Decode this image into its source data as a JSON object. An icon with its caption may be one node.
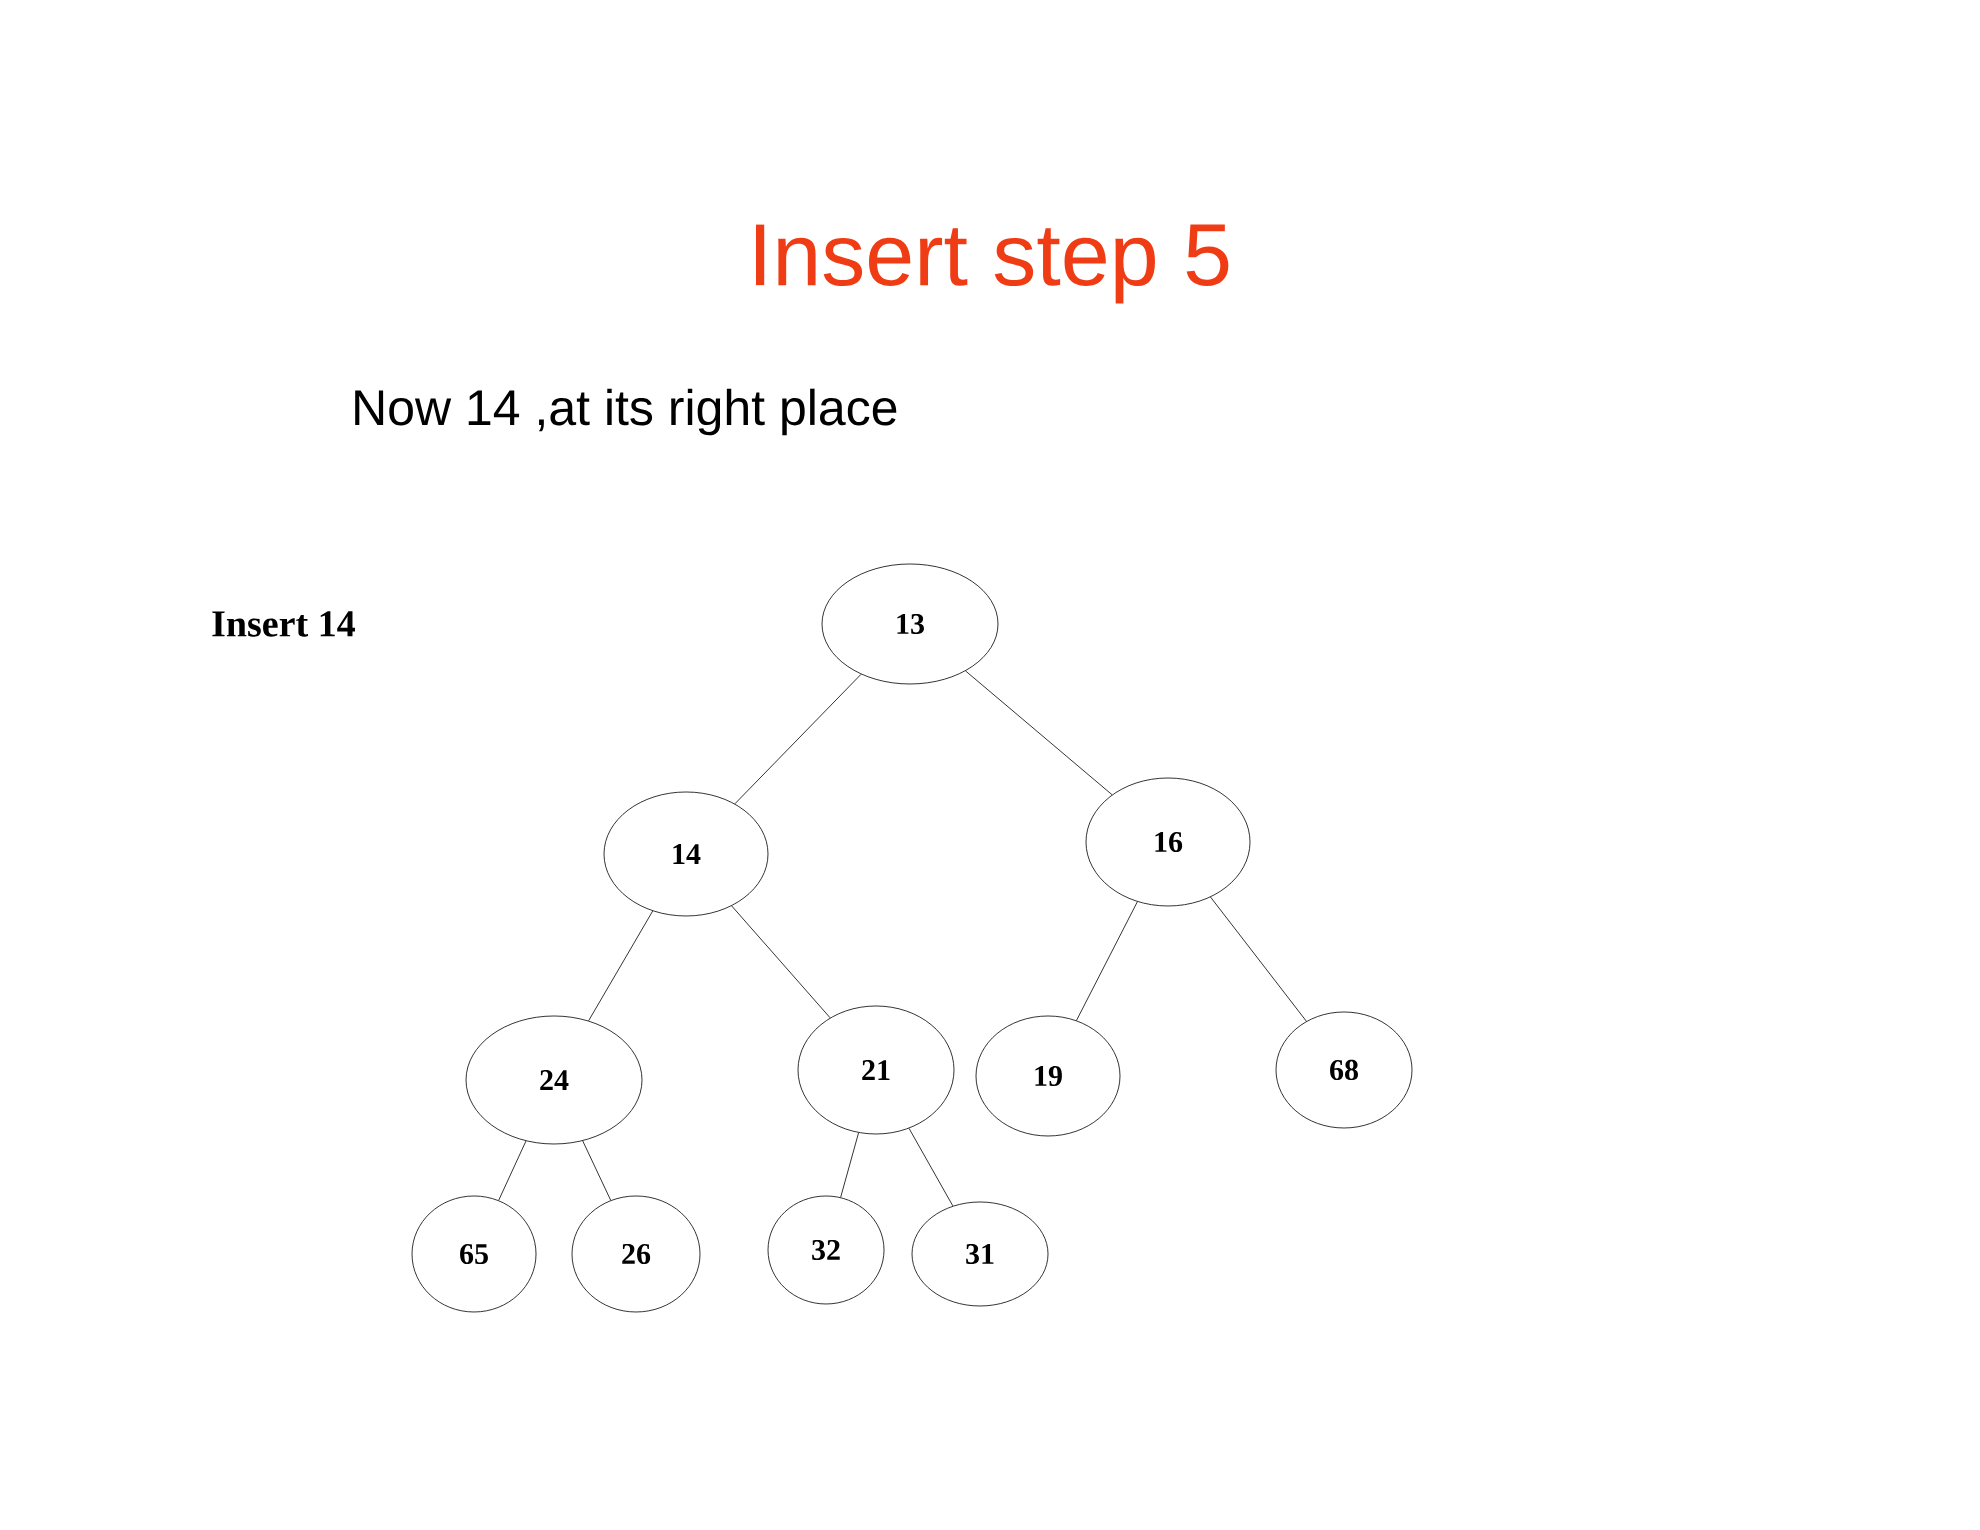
{
  "diagram": {
    "title": "Insert step 5",
    "nodes": [
      {
        "text": [
          "13"
        ]
      },
      {
        "text": [
          "14"
        ]
      },
      {
        "text": [
          "16"
        ]
      },
      {
        "text": [
          "24"
        ]
      },
      {
        "text": [
          "21"
        ]
      },
      {
        "text": [
          "19"
        ]
      },
      {
        "text": [
          "68"
        ]
      },
      {
        "text": [
          "65"
        ]
      },
      {
        "text": [
          "26"
        ]
      },
      {
        "text": [
          "32"
        ]
      },
      {
        "text": [
          "31"
        ]
      }
    ],
    "edges": [
      {
        "from": 0,
        "to": 1,
        "arrow": "none"
      },
      {
        "from": 0,
        "to": 2,
        "arrow": "none"
      },
      {
        "from": 1,
        "to": 3,
        "arrow": "none"
      },
      {
        "from": 1,
        "to": 4,
        "arrow": "none"
      },
      {
        "from": 2,
        "to": 5,
        "arrow": "none"
      },
      {
        "from": 2,
        "to": 6,
        "arrow": "none"
      },
      {
        "from": 3,
        "to": 7,
        "arrow": "none"
      },
      {
        "from": 3,
        "to": 8,
        "arrow": "none"
      },
      {
        "from": 4,
        "to": 9,
        "arrow": "none"
      },
      {
        "from": 4,
        "to": 10,
        "arrow": "none"
      }
    ],
    "labels": [
      "Now 14 ,at its right place",
      "Insert 14"
    ]
  }
}
